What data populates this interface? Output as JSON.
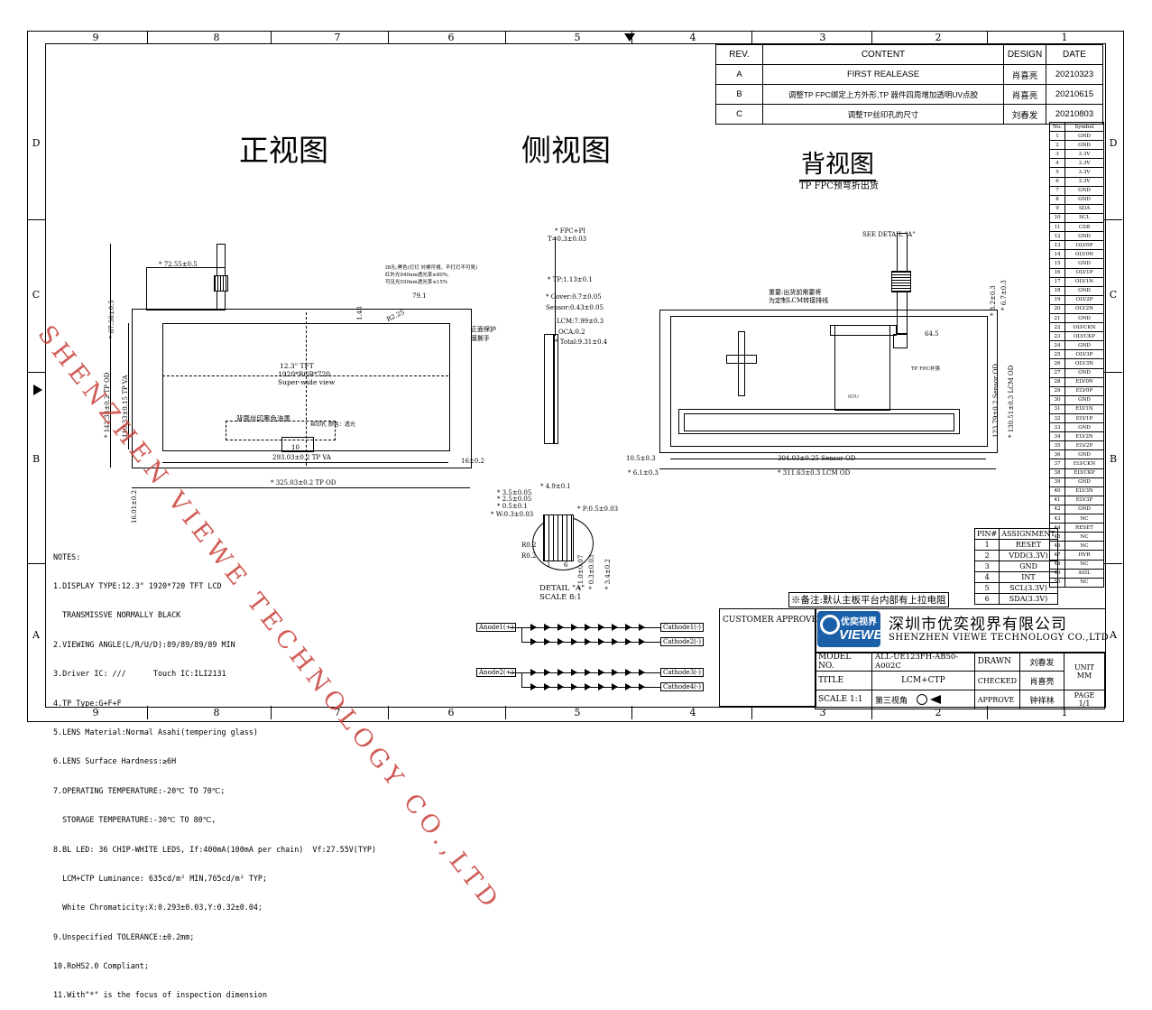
{
  "zones": {
    "top": [
      "9",
      "8",
      "7",
      "6",
      "5",
      "4",
      "3",
      "2",
      "1"
    ],
    "bottom": [
      "9",
      "8",
      "7",
      "6",
      "5",
      "4",
      "3",
      "2",
      "1"
    ],
    "side": [
      "D",
      "C",
      "B",
      "A"
    ]
  },
  "revision": {
    "headers": [
      "REV.",
      "CONTENT",
      "DESIGN",
      "DATE"
    ],
    "rows": [
      {
        "rev": "A",
        "content": "FIRST REALEASE",
        "design": "肖喜亮",
        "date": "20210323"
      },
      {
        "rev": "B",
        "content": "调整TP FPC绑定上方外形,TP 器件四周增加透明UV点胶",
        "design": "肖喜亮",
        "date": "20210615"
      },
      {
        "rev": "C",
        "content": "调整TP丝印孔的尺寸",
        "design": "刘春发",
        "date": "20210803"
      }
    ]
  },
  "views": {
    "front": "正视图",
    "side": "侧视图",
    "back": "背视图",
    "back_note": "TP FPC预弯折出货"
  },
  "symbols": {
    "headers": [
      "No.",
      "Symbol"
    ],
    "rows": [
      [
        "1",
        "GND"
      ],
      [
        "2",
        "GND"
      ],
      [
        "3",
        "3.3V"
      ],
      [
        "4",
        "3.3V"
      ],
      [
        "5",
        "3.3V"
      ],
      [
        "6",
        "3.3V"
      ],
      [
        "7",
        "GND"
      ],
      [
        "8",
        "GND"
      ],
      [
        "9",
        "SDA"
      ],
      [
        "10",
        "SCL"
      ],
      [
        "11",
        "CSB"
      ],
      [
        "12",
        "GND"
      ],
      [
        "13",
        "OLV0P"
      ],
      [
        "14",
        "OLV0N"
      ],
      [
        "15",
        "GND"
      ],
      [
        "16",
        "OLV1P"
      ],
      [
        "17",
        "OLV1N"
      ],
      [
        "18",
        "GND"
      ],
      [
        "19",
        "OLV2P"
      ],
      [
        "20",
        "OLV2N"
      ],
      [
        "21",
        "GND"
      ],
      [
        "22",
        "OLVCKN"
      ],
      [
        "23",
        "OLVCKP"
      ],
      [
        "24",
        "GND"
      ],
      [
        "25",
        "OLV3P"
      ],
      [
        "26",
        "OLV3N"
      ],
      [
        "27",
        "GND"
      ],
      [
        "28",
        "ELV0N"
      ],
      [
        "29",
        "ELV0P"
      ],
      [
        "30",
        "GND"
      ],
      [
        "31",
        "ELV1N"
      ],
      [
        "32",
        "ELV1P"
      ],
      [
        "33",
        "GND"
      ],
      [
        "34",
        "ELV2N"
      ],
      [
        "35",
        "ELV2P"
      ],
      [
        "36",
        "GND"
      ],
      [
        "37",
        "ELVCKN"
      ],
      [
        "38",
        "ELVCKP"
      ],
      [
        "39",
        "GND"
      ],
      [
        "40",
        "ELV3N"
      ],
      [
        "41",
        "ELV3P"
      ],
      [
        "42",
        "GND"
      ],
      [
        "43",
        "NC"
      ],
      [
        "44",
        "RESET"
      ],
      [
        "45",
        "NC"
      ],
      [
        "46",
        "NC"
      ],
      [
        "47",
        "HVR"
      ],
      [
        "48",
        "NC"
      ],
      [
        "49",
        "ASIL"
      ],
      [
        "50",
        "NC"
      ]
    ]
  },
  "pins": {
    "headers": [
      "PIN#",
      "ASSIGNMENT"
    ],
    "rows": [
      [
        "1",
        "RESET"
      ],
      [
        "2",
        "VDD(3.3V)"
      ],
      [
        "3",
        "GND"
      ],
      [
        "4",
        "INT"
      ],
      [
        "5",
        "SCL(3.3V)"
      ],
      [
        "6",
        "SDA(3.3V)"
      ]
    ]
  },
  "remark": "※备注:默认主板平台内部有上拉电阻",
  "notes": [
    "NOTES:",
    "1.DISPLAY TYPE:12.3\" 1920*720 TFT LCD",
    "  TRANSMISSVE NORMALLY BLACK",
    "2.VIEWING ANGLE(L/R/U/D):89/89/89/89 MIN",
    "3.Driver IC: ///      Touch IC:ILI2131",
    "4.TP Type:G+F+F",
    "5.LENS Material:Normal Asahi(tempering glass)",
    "6.LENS Surface Hardness:≥6H",
    "7.OPERATING TEMPERATURE:-20℃ TO 70℃;",
    "  STORAGE TEMPERATURE:-30℃ TO 80℃,",
    "8.BL LED: 36 CHIP-WHITE LEDS, If:400mA(100mA per chain)  Vf:27.55V(TYP)",
    "  LCM+CTP Luminance: 635cd/m² MIN,765cd/m² TYP;",
    "  White Chromaticity:X:0.293±0.03,Y:0.32±0.04;",
    "9.Unspecified TOLERANCE:±0.2mm;",
    "10.RoHS2.0 Compliant;",
    "11.With\"*\" is the focus of inspection dimension"
  ],
  "front": {
    "dim_width_od": "* 325.03±0.2 TP OD",
    "dim_width_va": "293.03±0.2 TP VA",
    "dim_top": "* 72.55±0.5",
    "dim_right": "16±0.2",
    "dim_left_h": "110.33±0.15 TP VA",
    "dim_left_od": "* 142.33±0.2 TP OD",
    "dim_left_top": "* 67.56±0.5",
    "dim_bottom_left": "16.01±0.2",
    "dim_79": "79.1",
    "dim_148": "1.48",
    "dim_r": "R2.25",
    "center_1": "12.3\" TFT",
    "center_2": "1920*RGB*720",
    "center_3": "Super-wide view",
    "silk": "背面丝印黑色油墨",
    "hole_note": "丝印孔 颜色：透光",
    "ink_note_1": "IR孔:黑色(灯灯 対検可視、不打灯不可見)",
    "ink_note_2": "红外光940nm透光率≥80%,",
    "ink_note_3": "可见光550nm透光率≤15%",
    "film_note": "正面保护膜撕手",
    "dim_10": "10"
  },
  "side": {
    "fpc": "* FPC+PI",
    "fpc_t": "T=0.3±0.03",
    "tp": "* TP:1.13±0.1",
    "cover": "* Cover:0.7±0.05",
    "sensor": "Sensor:0.43±0.05",
    "lcm": "LCM:7.99±0.3",
    "oca": "OCA:0.2",
    "total": "* Total:9.31±0.4"
  },
  "back": {
    "see_detail": "SEE DETAIL \"A\"",
    "stiff": "重要:出货前需要将",
    "stiff2": "为定制LCM转接排线",
    "dim_64": "64.5",
    "dim_h1": "123.79±0.2 Sensor OD",
    "dim_h2": "* 130.51±0.3 LCM OD",
    "dim_t1": "* 8.2±0.3",
    "dim_t2": "* 6.7±0.3",
    "dim_w1": "304.03±0.25 Sensor OD",
    "dim_w2": "* 311.63±0.3 LCM OD",
    "dim_l1": "10.5±0.3",
    "dim_l2": "* 6.1±0.3",
    "tp_note": "TP FPC补强",
    "mark": "NTU"
  },
  "detail": {
    "title": "DETAIL \"A\"",
    "scale": "SCALE 8:1",
    "d1": "* 3.5±0.05",
    "d2": "* 2.5±0.05",
    "d3": "* 0.5±0.1",
    "d4": "* W:0.3±0.03",
    "d5": "* 4.9±0.1",
    "d6": "* P:0.5±0.03",
    "d7": "* 1.0±0.07",
    "d8": "* 0.3±0.03",
    "d9": "* 3.4±0.2",
    "r1": "R0.2",
    "r2": "R0.2",
    "n1": "1",
    "n6": "6"
  },
  "leds": {
    "rows": [
      {
        "anode": "Anode1(+)",
        "c_a": "Cathode1(-)",
        "c_b": "Cathode2(-)"
      },
      {
        "anode": "Anode2(+)",
        "c_a": "Cathode3(-)",
        "c_b": "Cathode4(-)"
      }
    ]
  },
  "title_block": {
    "customer_approve": "CUSTOMER APPROVE",
    "logo_cn": "优奕视界",
    "logo_en": "VIEWE",
    "company_cn": "深圳市优奕视界有限公司",
    "company_en": "SHENZHEN VIEWE TECHNOLOGY CO.,LTD",
    "model_label": "MODEL NO.",
    "model_value": "ALL-UE123FH-AB50-A002C",
    "drawn_label": "DRAWN",
    "drawn_value": "刘春发",
    "title_label": "TITLE",
    "title_value": "LCM+CTP",
    "checked_label": "CHECKED",
    "checked_value": "肖喜亮",
    "unit": "UNIT MM",
    "scale_label": "SCALE 1:1",
    "angle": "第三视角",
    "approve_label": "APPROVE",
    "approve_value": "钟祥林",
    "page": "PAGE 1/1"
  },
  "watermark": {
    "line1": "SHENZHEN VIEWE TECHNOLOGY CO.,LTD",
    "color": "#c8403a"
  }
}
